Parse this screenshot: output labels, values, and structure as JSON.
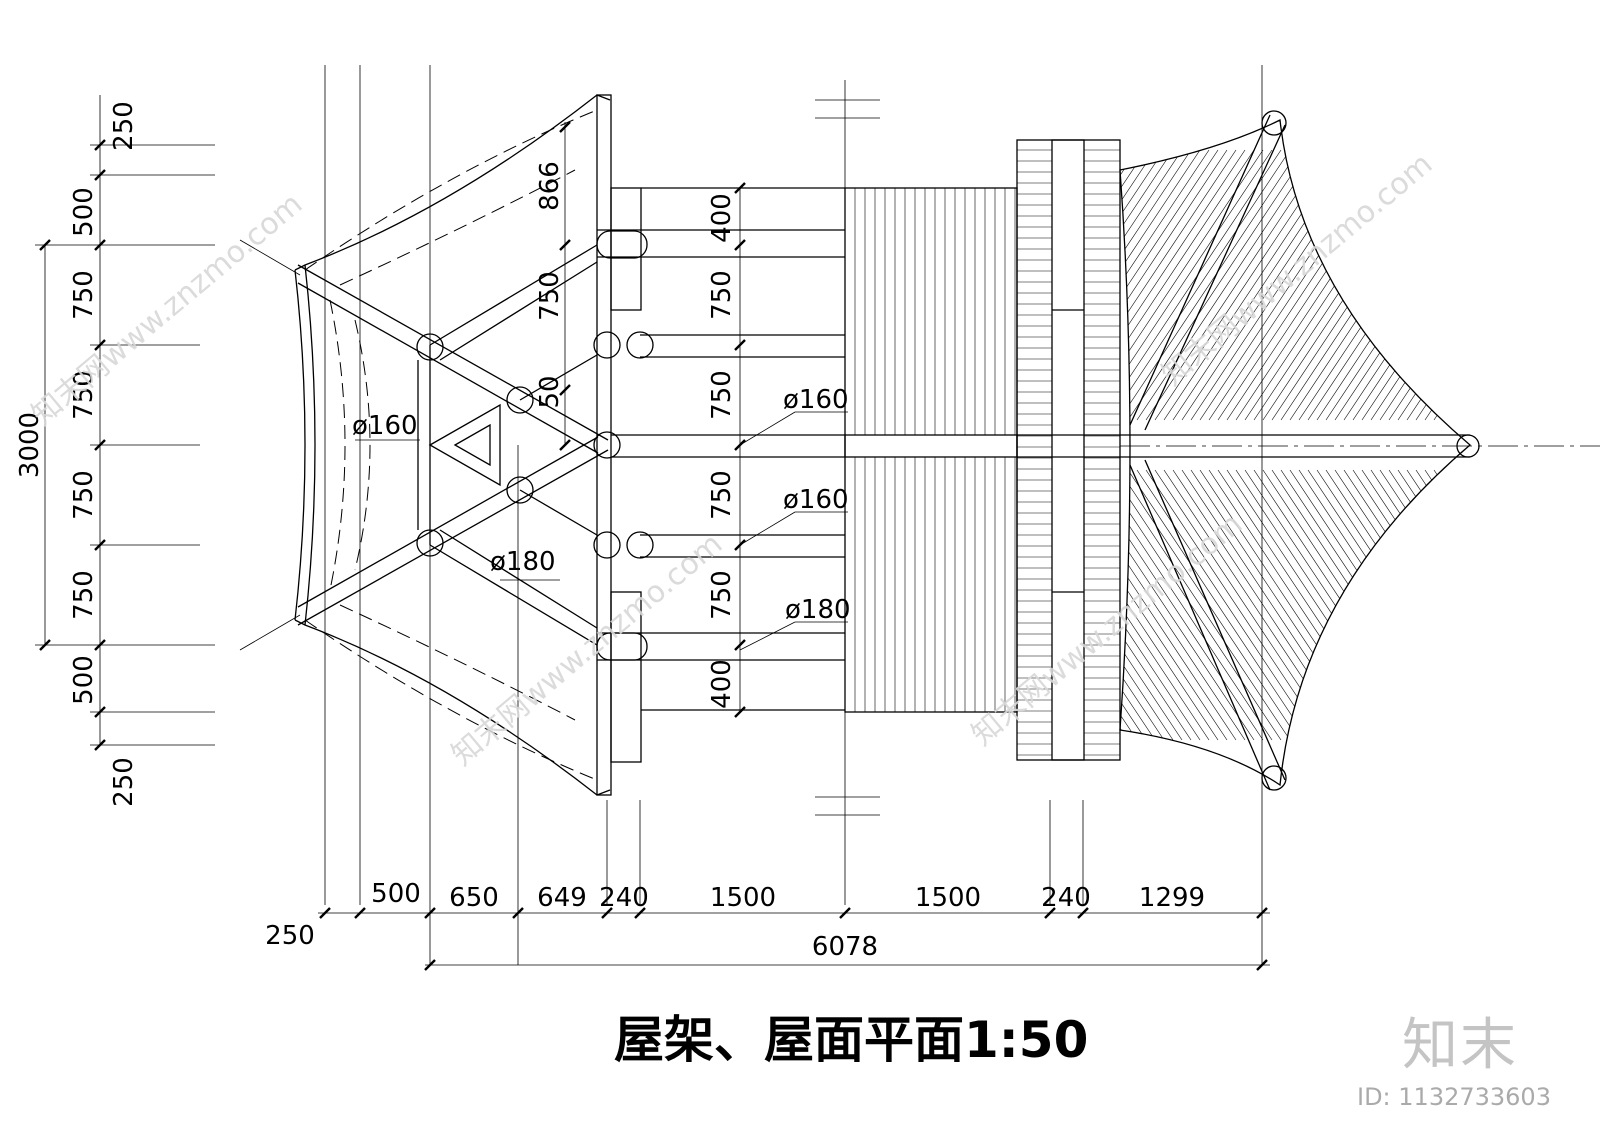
{
  "title": "屋架、屋面平面1:50",
  "logo": "知末",
  "image_id": "ID: 1132733603",
  "watermark": "知末网www.znzmo.com",
  "dims": {
    "left": [
      "250",
      "500",
      "750",
      "750",
      "750",
      "750",
      "500",
      "250"
    ],
    "left_total": "3000",
    "bottom": [
      "250",
      "500",
      "650",
      "649",
      "240",
      "1500",
      "1500",
      "240",
      "1299"
    ],
    "bottom_total": "6078",
    "middle": [
      "400",
      "750",
      "750",
      "750",
      "750",
      "400"
    ],
    "slant": "866",
    "inner_750": "750",
    "inner_50": "50"
  },
  "labels": {
    "d160_left": "ø160",
    "d180_left": "ø180",
    "d160_a": "ø160",
    "d160_b": "ø160",
    "d180_b": "ø180"
  }
}
